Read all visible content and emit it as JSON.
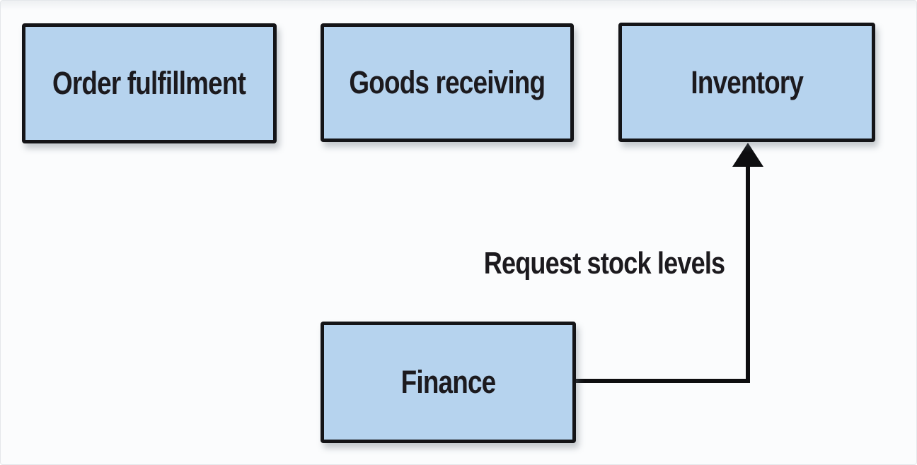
{
  "diagram": {
    "boxes": [
      {
        "id": "order-fulfillment",
        "label": "Order fulfillment"
      },
      {
        "id": "goods-receiving",
        "label": "Goods receiving"
      },
      {
        "id": "inventory",
        "label": "Inventory"
      },
      {
        "id": "finance",
        "label": "Finance"
      }
    ],
    "edges": [
      {
        "from": "finance",
        "to": "inventory",
        "label": "Request stock levels",
        "style": "elbow-arrow"
      }
    ],
    "colors": {
      "background": "#fbfcfd",
      "box_fill": "#b6d3ee",
      "box_border": "#141417",
      "arrow": "#0e0e10",
      "text": "#1c1a1e"
    }
  }
}
